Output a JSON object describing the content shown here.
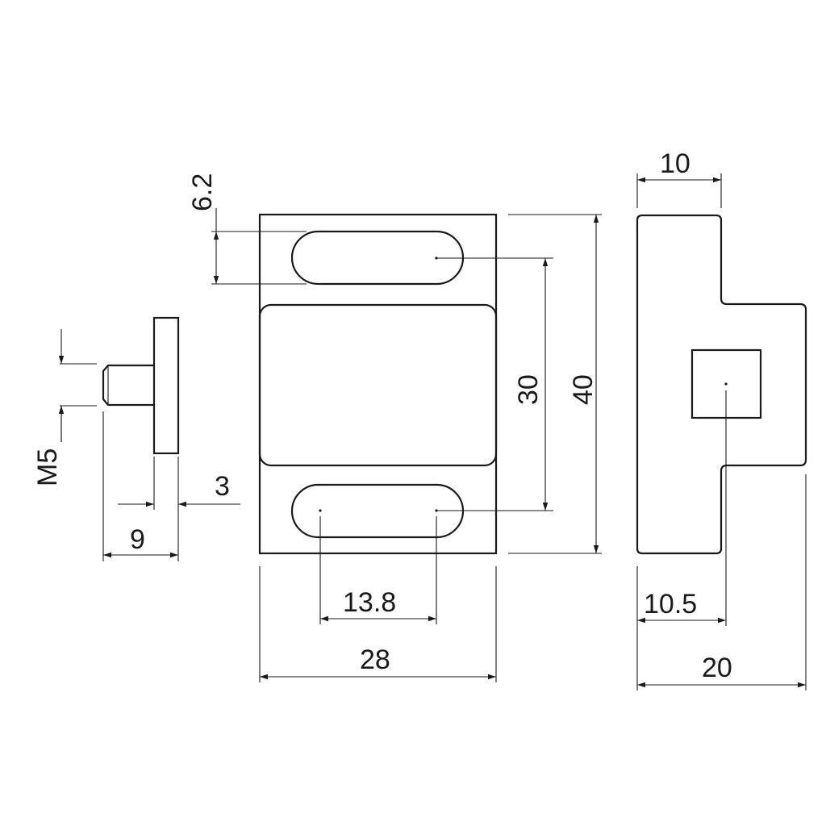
{
  "drawing": {
    "line_color": "#1a1a1a",
    "background": "#ffffff"
  },
  "dimensions": {
    "slot_width": "6.2",
    "pin_thread": "M5",
    "pin_head_thickness": "3",
    "pin_length": "9",
    "slot_spacing": "30",
    "body_height": "40",
    "slot_length": "13.8",
    "body_width": "28",
    "side_thickness": "10",
    "side_offset": "10.5",
    "side_depth": "20"
  }
}
